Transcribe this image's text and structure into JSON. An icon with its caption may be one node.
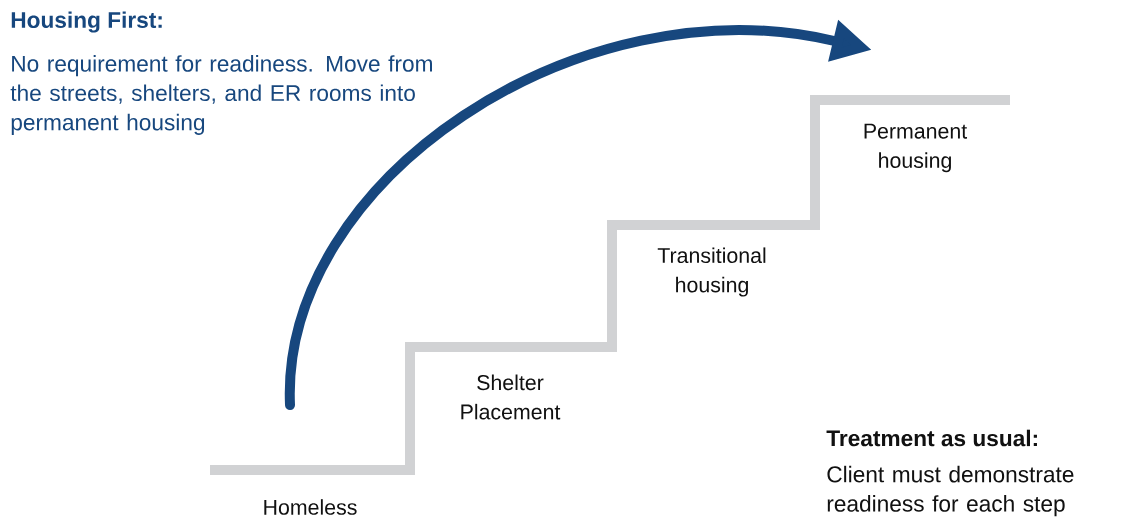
{
  "diagram": {
    "labels": [
      "Housing First:",
      "No requirement for readiness. Move from the streets, shelters, and ER rooms into permanent housing",
      "Permanent housing",
      "Transitional housing",
      "Shelter Placement",
      "Treatment as usual:",
      "Client must demonstrate readiness for each step",
      "Homeless"
    ]
  }
}
